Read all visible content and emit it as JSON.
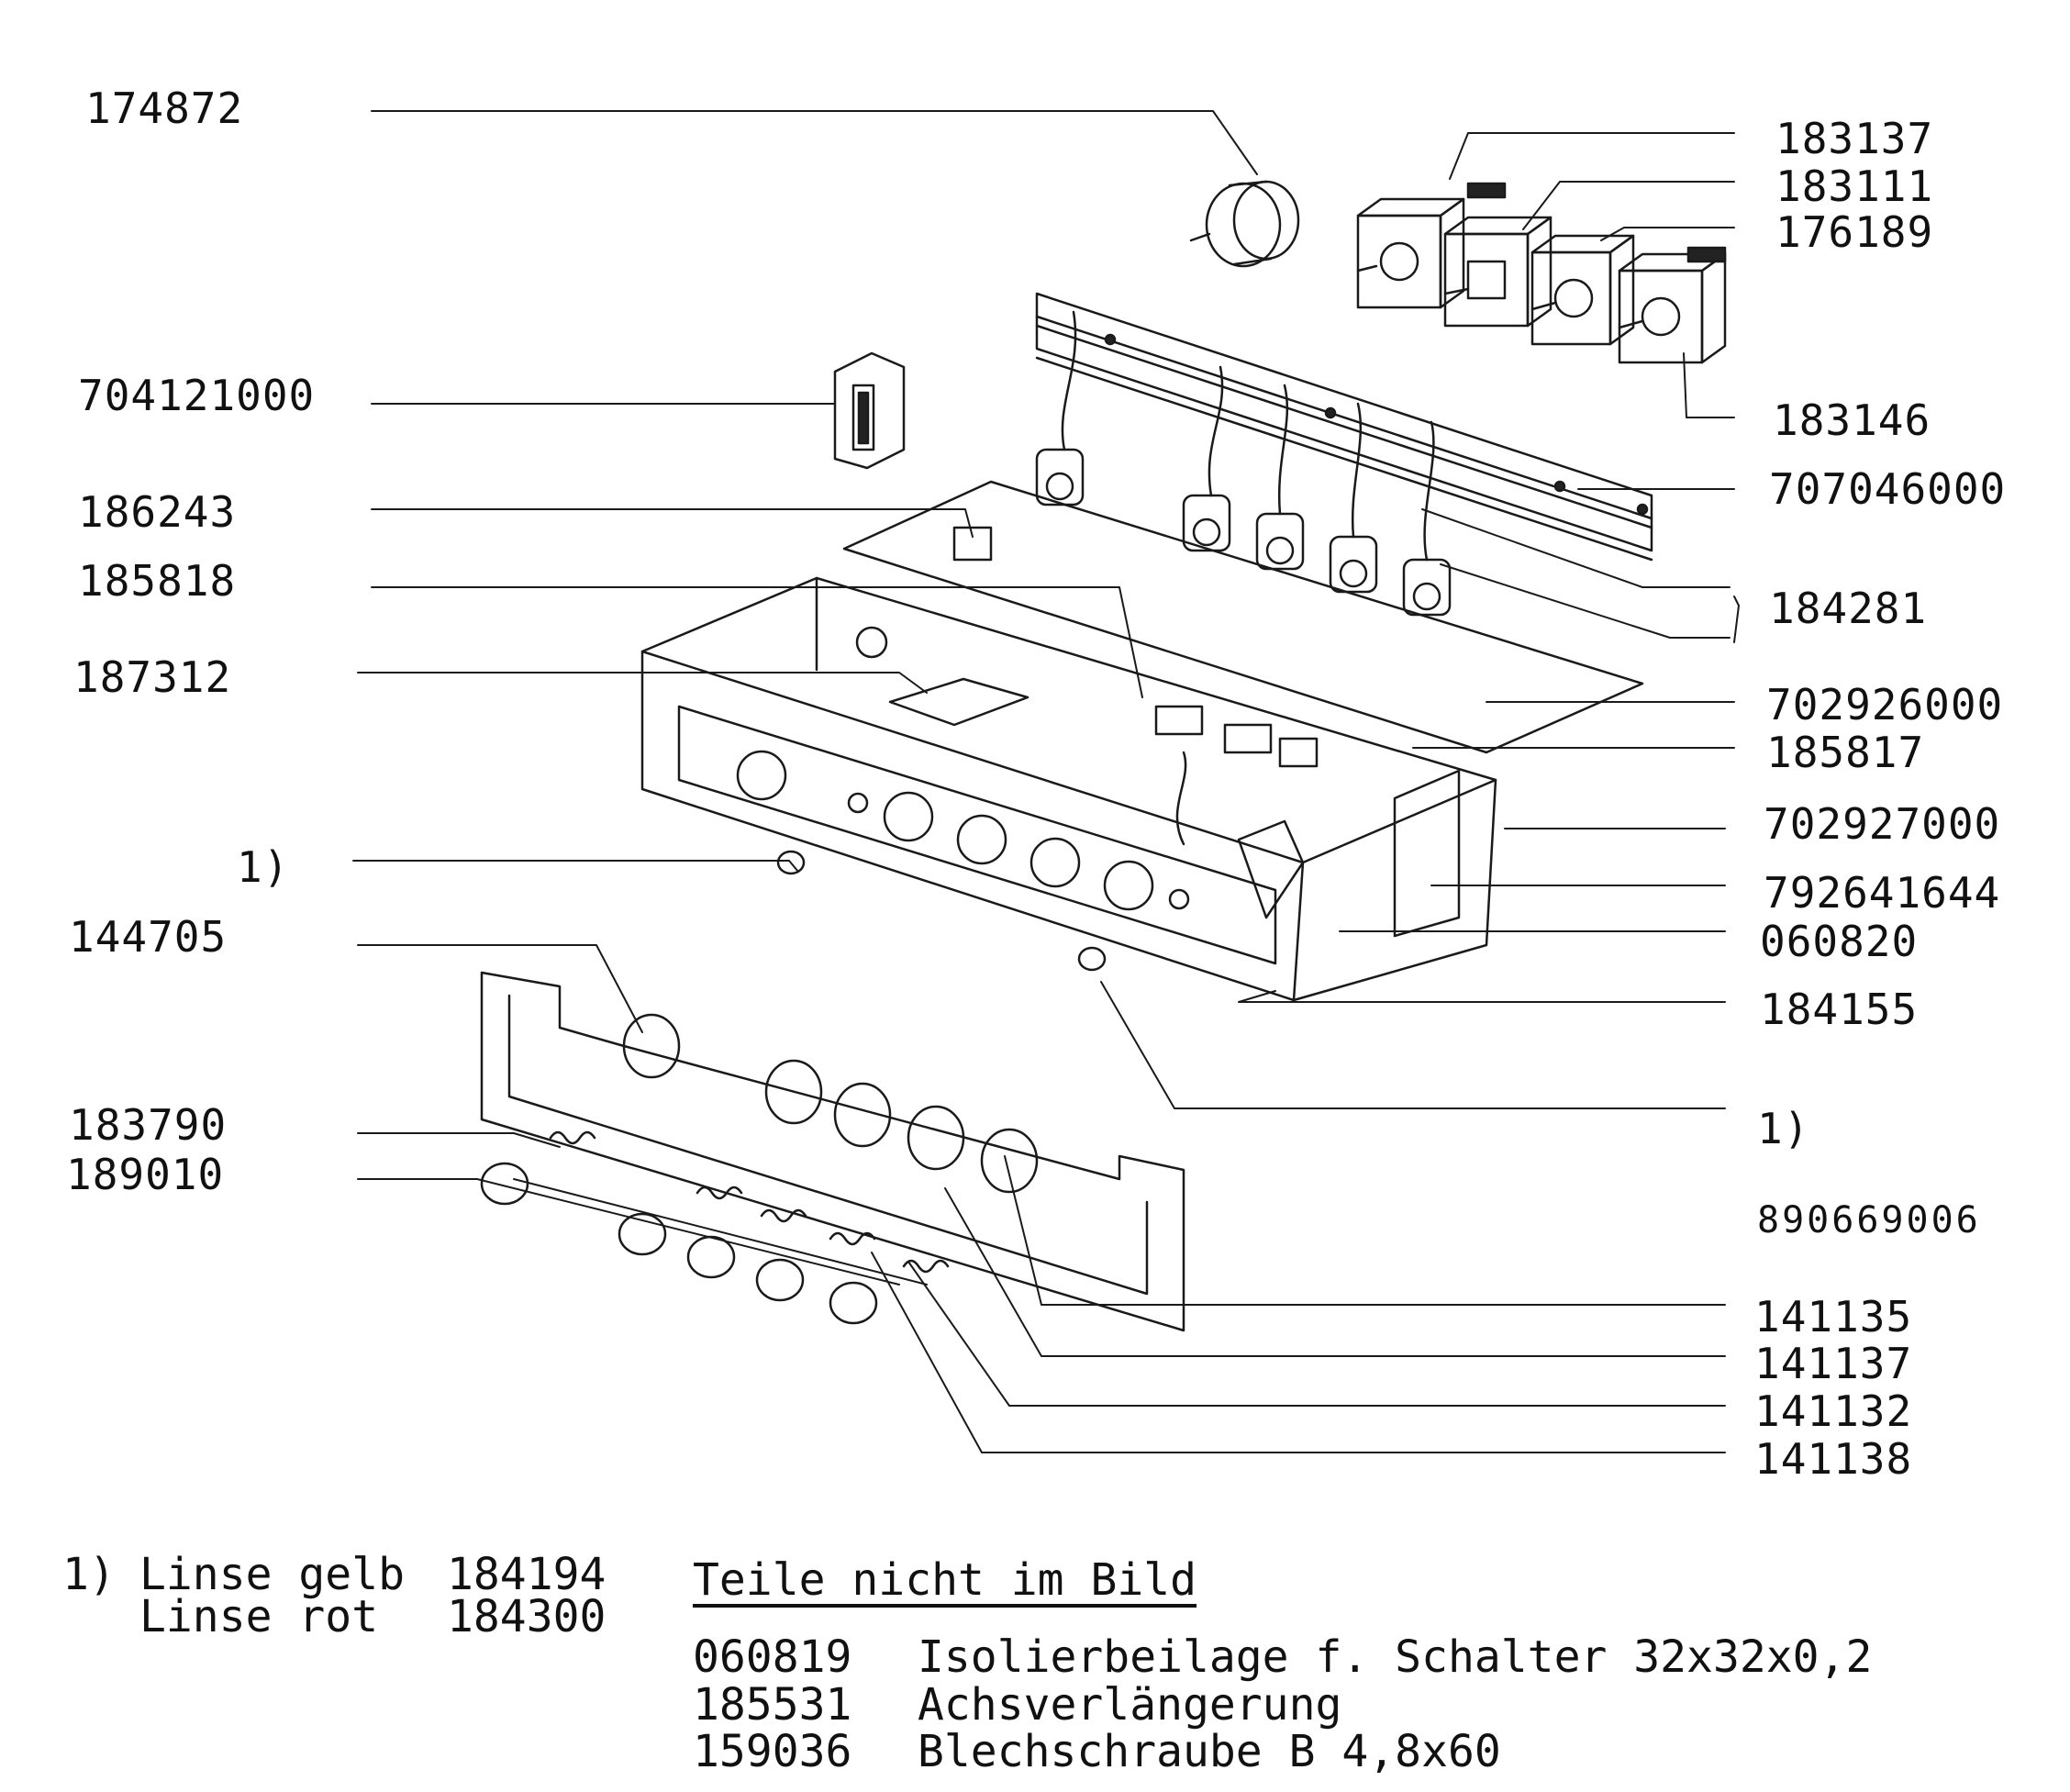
{
  "labels_left": [
    {
      "id": "l1",
      "text": "174872"
    },
    {
      "id": "l2",
      "text": "704121000"
    },
    {
      "id": "l3",
      "text": "186243"
    },
    {
      "id": "l4",
      "text": "185818"
    },
    {
      "id": "l5",
      "text": "187312"
    },
    {
      "id": "l6",
      "text": "1)"
    },
    {
      "id": "l7",
      "text": "144705"
    },
    {
      "id": "l8",
      "text": "183790"
    },
    {
      "id": "l9",
      "text": "189010"
    }
  ],
  "labels_right": [
    {
      "id": "r1",
      "text": "183137"
    },
    {
      "id": "r2",
      "text": "183111"
    },
    {
      "id": "r3",
      "text": "176189"
    },
    {
      "id": "r4",
      "text": "183146"
    },
    {
      "id": "r5",
      "text": "707046000"
    },
    {
      "id": "r6",
      "text": "184281"
    },
    {
      "id": "r7",
      "text": "702926000"
    },
    {
      "id": "r8",
      "text": "185817"
    },
    {
      "id": "r9",
      "text": "702927000"
    },
    {
      "id": "r10",
      "text": "792641644"
    },
    {
      "id": "r11",
      "text": "060820"
    },
    {
      "id": "r12",
      "text": "184155"
    },
    {
      "id": "r13",
      "text": "1)"
    },
    {
      "id": "r14",
      "text": "890669006"
    },
    {
      "id": "r15",
      "text": "141135"
    },
    {
      "id": "r16",
      "text": "141137"
    },
    {
      "id": "r17",
      "text": "141132"
    },
    {
      "id": "r18",
      "text": "141138"
    }
  ],
  "footnote": {
    "marker": "1)",
    "rows": [
      {
        "name": "Linse gelb",
        "code": "184194"
      },
      {
        "name": "Linse rot",
        "code": "184300"
      }
    ]
  },
  "parts_not_shown": {
    "title": "Teile nicht im Bild",
    "rows": [
      {
        "code": "060819",
        "desc": "Isolierbeilage f. Schalter 32x32x0,2"
      },
      {
        "code": "185531",
        "desc": "Achsverlängerung"
      },
      {
        "code": "159036",
        "desc": "Blechschraube B 4,8x60"
      }
    ]
  }
}
